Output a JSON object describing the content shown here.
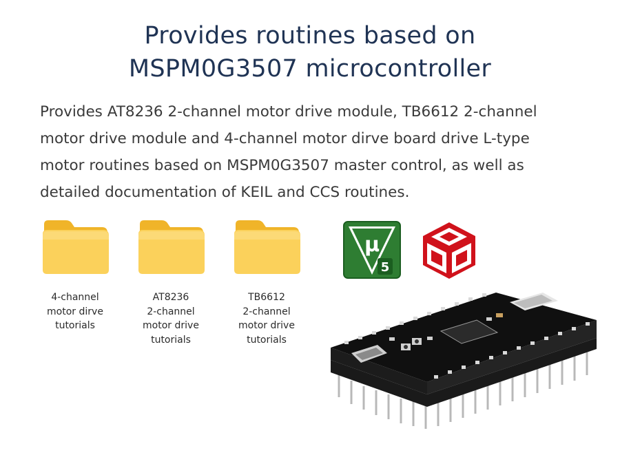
{
  "heading": {
    "line1": "Provides routines based on",
    "line2": "MSPM0G3507 microcontroller"
  },
  "description": {
    "line1": "Provides AT8236 2-channel motor drive module, TB6612 2-channel",
    "line2": "motor drive module and 4-channel motor dirve board drive L-type",
    "line3": "motor routines based on MSPM0G3507 master control, as well as",
    "line4": "detailed documentation of KEIL and CCS routines."
  },
  "folders": [
    {
      "icon": "folder-icon",
      "lines": [
        "4-channel",
        "motor dirve",
        "tutorials"
      ]
    },
    {
      "icon": "folder-icon",
      "lines": [
        "AT8236",
        "2-channel",
        "motor drive",
        "tutorials"
      ]
    },
    {
      "icon": "folder-icon",
      "lines": [
        "TB6612",
        "2-channel",
        "motor drive",
        "tutorials"
      ]
    }
  ],
  "logos": [
    {
      "icon": "keil-mu5-logo",
      "text": "µ5",
      "color": "#2e7d32"
    },
    {
      "icon": "ccs-cube-logo",
      "color": "#d0121b"
    }
  ],
  "colors": {
    "heading": "#1f3354",
    "folder": "#f5c542",
    "board": "#111111"
  }
}
